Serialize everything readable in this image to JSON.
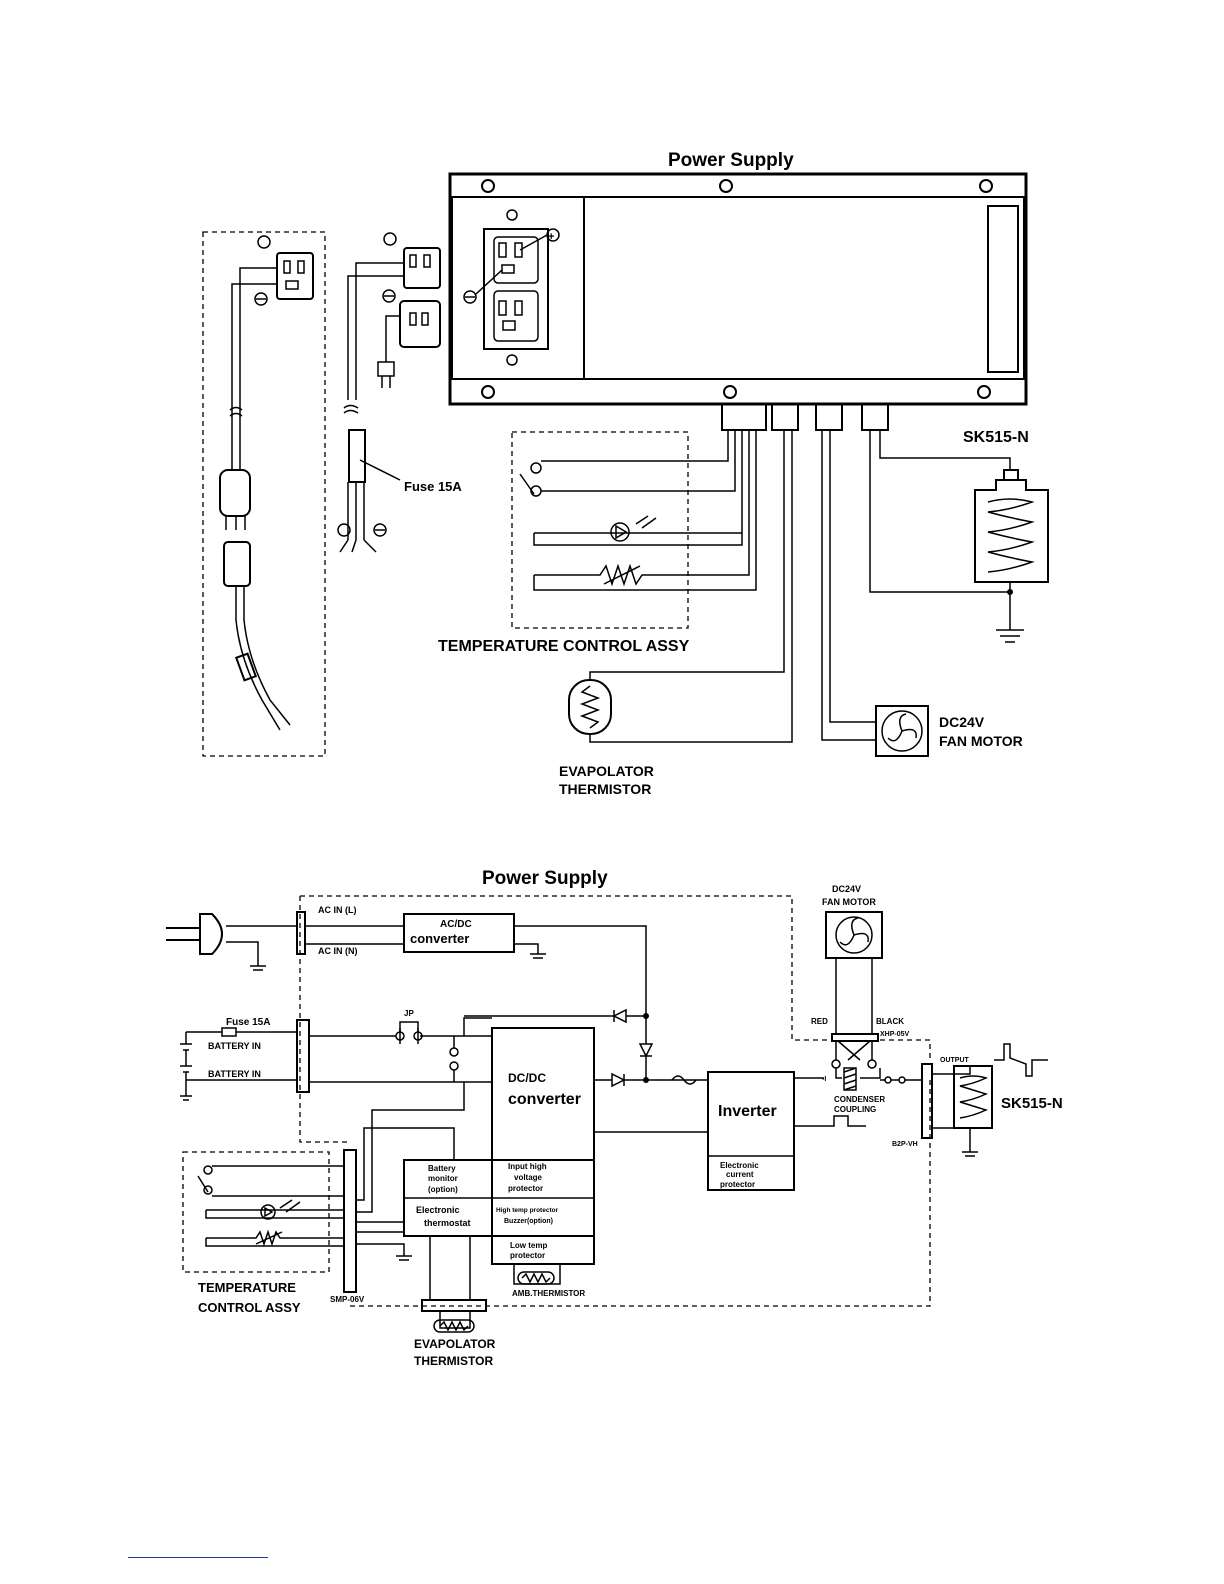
{
  "top_diagram": {
    "title": "Power  Supply",
    "fuse_label": "Fuse 15A",
    "model_label": "SK515-N",
    "temp_control_label": "TEMPERATURE  CONTROL ASSY",
    "evaporator_label_1": "EVAPOLATOR",
    "evaporator_label_2": "THERMISTOR",
    "fan_label_1": "DC24V",
    "fan_label_2": "FAN MOTOR"
  },
  "bottom_diagram": {
    "title": "Power  Supply",
    "ac_in_l": "AC  IN (L)",
    "ac_in_n": "AC  IN (N)",
    "acdc_1": "AC/DC",
    "acdc_2": "converter",
    "fan_label_1": "DC24V",
    "fan_label_2": "FAN  MOTOR",
    "fuse_label": "Fuse 15A",
    "battery_in_1": "BATTERY  IN",
    "battery_in_2": "BATTERY  IN",
    "jp": "JP",
    "dcdc_1": "DC/DC",
    "dcdc_2": "converter",
    "inverter": "Inverter",
    "red": "RED",
    "black": "BLACK",
    "xhp": "XHP-05V",
    "output": "OUTPUT",
    "model_label": "SK515-N",
    "condenser_1": "CONDENSER",
    "condenser_2": "COUPLING",
    "b2p": "B2P-VH",
    "elec_current_1": "Electronic",
    "elec_current_2": "current",
    "elec_current_3": "protector",
    "battery_monitor_1": "Battery",
    "battery_monitor_2": "monitor",
    "battery_monitor_3": "(option)",
    "input_high_1": "Input  high",
    "input_high_2": "voltage",
    "input_high_3": "protector",
    "elec_thermo_1": "Electronic",
    "elec_thermo_2": "thermostat",
    "high_temp_1": "High temp protector",
    "high_temp_2": "Buzzer(option)",
    "low_temp_1": "Low  temp",
    "low_temp_2": "protector",
    "amb": "AMB.THERMISTOR",
    "smp": "SMP-06V",
    "temp_control_1": "TEMPERATURE",
    "temp_control_2": "CONTROL ASSY",
    "evap_1": "EVAPOLATOR",
    "evap_2": "THERMISTOR",
    "minus": "-I"
  }
}
